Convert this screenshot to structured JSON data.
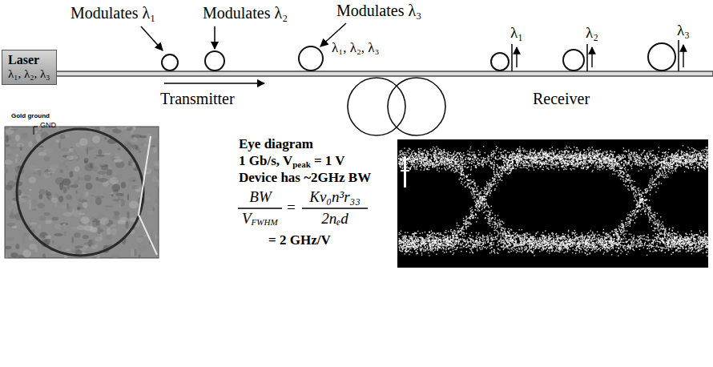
{
  "diagram": {
    "nodes": [
      {
        "text": [
          "Laser",
          "λ₁, λ₂, λ₃"
        ]
      }
    ],
    "labels": [
      "Modulates λ₁",
      "Modulates λ₂",
      "Modulates λ₃",
      "λ₁, λ₂, λ₃",
      "Transmitter",
      "Receiver",
      "λ₁",
      "λ₂",
      "λ₃",
      "Gold ground",
      "GND",
      "Eye diagram",
      "1 Gb/s, V",
      "peak",
      "= 1 V",
      "Device has ~2GHz BW",
      "BW",
      "V",
      "FWHM",
      "=",
      "Kν₀n³r₃₃",
      "2nₑd",
      "= 2 GHz/V"
    ]
  }
}
